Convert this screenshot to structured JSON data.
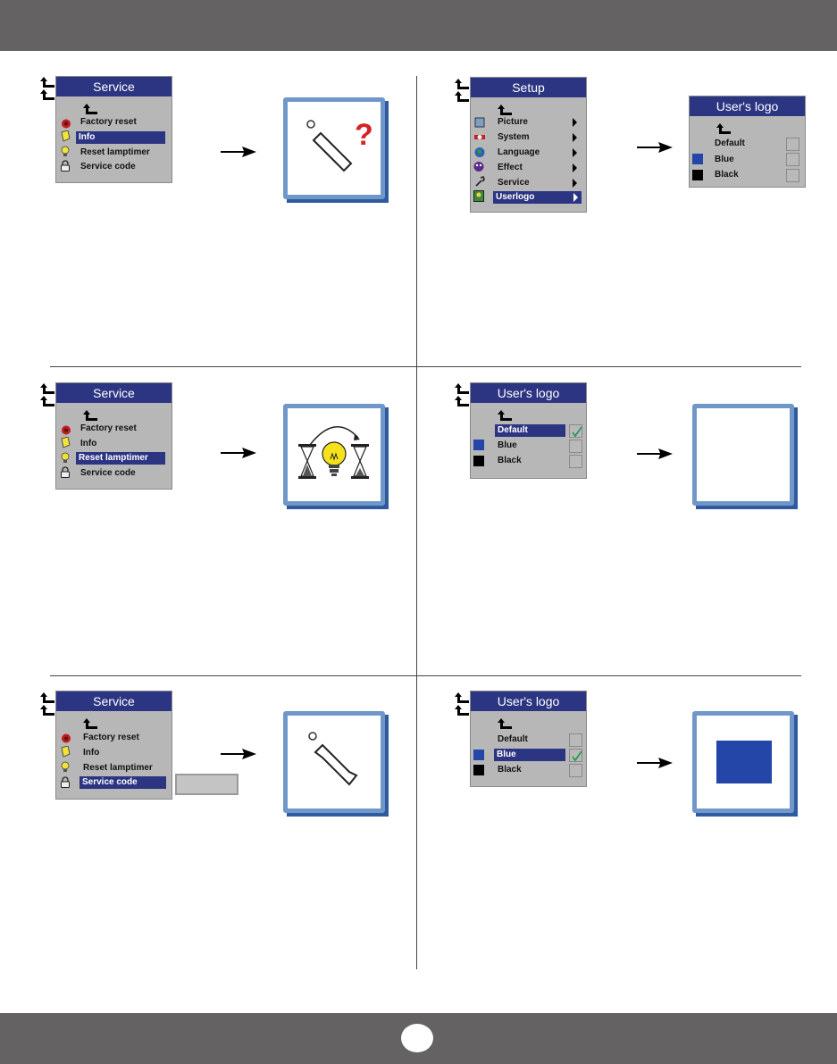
{
  "service": {
    "title": "Service",
    "items": [
      "Factory reset",
      "Info",
      "Reset lamptimer",
      "Service code"
    ]
  },
  "setup": {
    "title": "Setup",
    "items": [
      "Picture",
      "System",
      "Language",
      "Effect",
      "Service",
      "Userlogo"
    ]
  },
  "userlogo": {
    "title": "User's logo",
    "items": [
      "Default",
      "Blue",
      "Black"
    ]
  },
  "colors": {
    "title_bar": "#2c3582",
    "menu_bg": "#b7b7b7",
    "blue_logo": "#2346a8",
    "icon_frame": "#6f98c9",
    "header_bar": "#646263"
  }
}
